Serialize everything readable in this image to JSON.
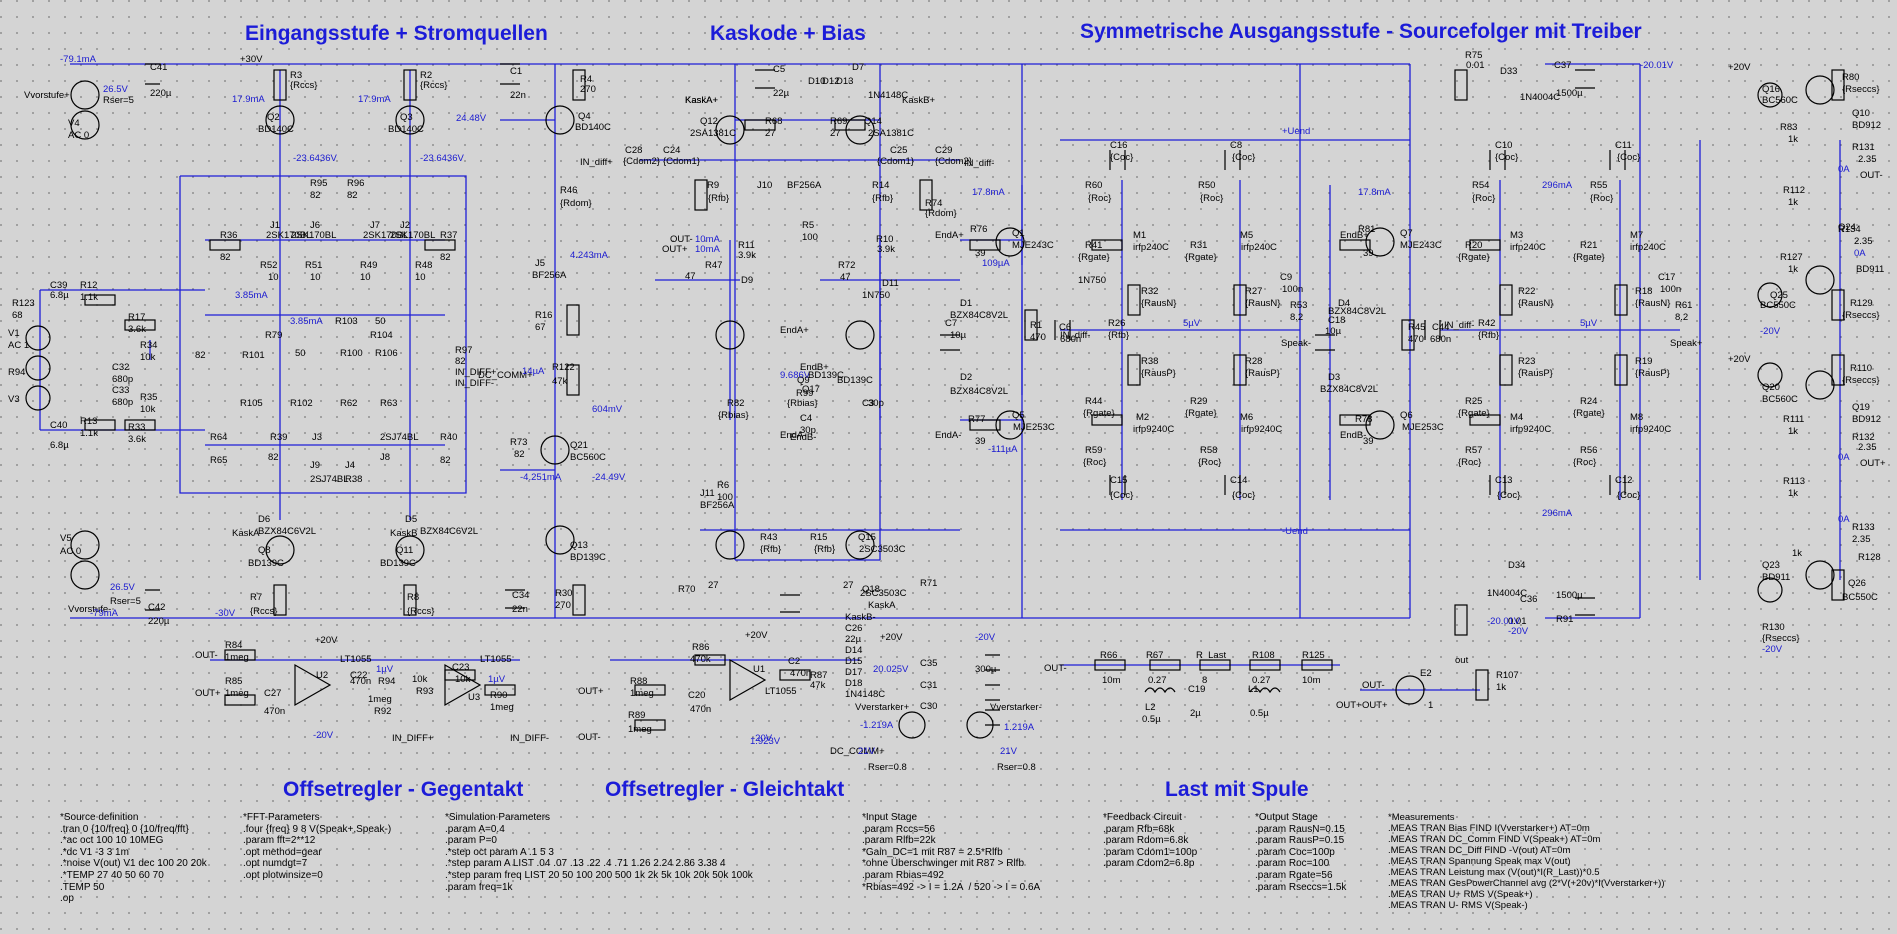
{
  "section_titles": {
    "input_stage": "Eingangsstufe + Stromquellen",
    "cascode": "Kaskode + Bias",
    "output_stage": "Symmetrische Ausgangsstufe - Sourcefolger mit Treiber",
    "offset_push_pull": "Offsetregler - Gegentakt",
    "offset_common": "Offsetregler - Gleichtakt",
    "load": "Last mit Spule"
  },
  "components": {
    "rails_upper": [
      "-79.1mA",
      "C41",
      "220µ",
      "+30V",
      "C1",
      "22n",
      "R75",
      "0.01",
      "D33",
      "1N4004C",
      "C37",
      "1500µ",
      "-20.01V"
    ],
    "input_left": [
      "26.5V",
      "Rser=5",
      "V4",
      "AC 0",
      "Vvorstufe+",
      "R3",
      "{Rccs}",
      "17.9mA",
      "R2",
      "{Rccs}",
      "17.9mA",
      "Q2",
      "BD140C",
      "Q3",
      "BD140C",
      "24.48V",
      "-23.6436V",
      "-23.6436V",
      "R4",
      "270",
      "Q4",
      "BD140C",
      "IN_diff+",
      "KaskA+"
    ],
    "jfet_array": [
      "R95",
      "82",
      "R96",
      "82",
      "J1",
      "2SK170BL",
      "J6",
      "2SK170BL",
      "J7",
      "2SK170BL",
      "J2",
      "2SK170BL",
      "R36",
      "82",
      "R37",
      "82",
      "R52",
      "10",
      "R51",
      "10",
      "R49",
      "10",
      "R48",
      "10",
      "3.85mA",
      "3.85mA",
      "R79",
      "R103",
      "50",
      "R104",
      "R101",
      "50",
      "R100",
      "R106",
      "R105",
      "R102",
      "R62",
      "R63",
      "R64",
      "R65",
      "R40",
      "82",
      "R39",
      "82",
      "J3",
      "2SJ74BL",
      "J8",
      "J9",
      "2SJ74BL",
      "J4",
      "R38",
      "82",
      "R97",
      "82",
      "IN_DIFF+",
      "IN_DIFF-"
    ],
    "input_network": [
      "R123",
      "68",
      "C39",
      "6.8µ",
      "R12",
      "1.1k",
      "R17",
      "3.6k",
      "R34",
      "10k",
      "C32",
      "680p",
      "V1",
      "AC 1",
      "R94",
      "V3",
      "C33",
      "680p",
      "R35",
      "10k",
      "C40",
      "6.8µ",
      "R13",
      "1.1k",
      "R33",
      "3.6k"
    ],
    "lower_current": [
      "D6",
      "BZX84C6V2L",
      "D5",
      "BZX84C6V2L",
      "KaskA",
      "KaskB",
      "Q8",
      "BD139C",
      "Q11",
      "BD139C",
      "R7",
      "{Rccs}",
      "R8",
      "{Rccs}",
      "V5",
      "AC 0",
      "26.5V",
      "Rser=5",
      "Vvorstufe-",
      "C42",
      "220µ",
      "-79mA",
      "-30V",
      "C34",
      "22n",
      "R30",
      "270",
      "Q13",
      "BD139C",
      "Q21",
      "BC560C",
      "R73",
      "82",
      "-4.251mA",
      "-24.49V"
    ],
    "jfet_source": [
      "J5",
      "BF256A",
      "4.243mA",
      "R16",
      "67",
      "DC_COMM+",
      "14µA",
      "R122",
      "47k",
      "604mV"
    ],
    "cascode_part": [
      "C5",
      "22µ",
      "D7",
      "D10",
      "D12",
      "D13",
      "1N4148C",
      "KaskA+",
      "KaskB+",
      "Q12",
      "2SA1381C",
      "R68",
      "27",
      "R69",
      "27",
      "Q14",
      "2SA1381C",
      "C28",
      "{Cdom2}",
      "C24",
      "{Cdom1}",
      "C25",
      "{Cdom1}",
      "C29",
      "{Cdom2}",
      "IN_diff-",
      "J10",
      "BF256A",
      "R5",
      "100",
      "R46",
      "{Rdom}",
      "R9",
      "{Rfb}",
      "R14",
      "{Rfb}",
      "R74",
      "{Rdom}",
      "OUT-",
      "OUT+",
      "10mA",
      "10mA",
      "R10",
      "3.9k",
      "R11",
      "3.9k",
      "R47",
      "47",
      "R72",
      "47",
      "D9",
      "1N750",
      "D11",
      "1N750",
      "EndA+",
      "EndB+",
      "9.686V",
      "Q9",
      "BD139C",
      "Q17",
      "BD139C",
      "R82",
      "{Rbias}",
      "R99",
      "{Rbias}",
      "C3",
      "30p",
      "C4",
      "30p",
      "EndA-",
      "EndB-",
      "J11",
      "BF256A",
      "R6",
      "100",
      "R43",
      "{Rfb}",
      "R15",
      "{Rfb}",
      "Q15",
      "2SC3503C",
      "R71",
      "27",
      "R70",
      "27",
      "Q18",
      "2SC3503C",
      "KaskA",
      "KaskB-",
      "C26",
      "22µ",
      "D14",
      "D15",
      "D17",
      "D18",
      "1N4148C"
    ],
    "bias_driver": [
      "17.8mA",
      "EndA+",
      "R76",
      "39",
      "Q1",
      "MJE243C",
      "109µA",
      "D1",
      "BZX84C8V2L",
      "C7",
      "10µ",
      "D2",
      "BZX84C8V2L",
      "R1",
      "470",
      "C6",
      "680n",
      "EndA-",
      "R77",
      "39",
      "Q5",
      "MJE253C",
      "-111µA"
    ],
    "output_left": [
      "+Uend",
      "C16",
      "{Coc}",
      "C8",
      "{Coc}",
      "R60",
      "{Roc}",
      "R50",
      "{Roc}",
      "R41",
      "{Rgate}",
      "M1",
      "irfp240C",
      "R31",
      "{Rgate}",
      "M5",
      "irfp240C",
      "R32",
      "{RausN}",
      "R27",
      "{RausN}",
      "C9",
      "100n",
      "R53",
      "8.2",
      "IN_diff-",
      "R26",
      "{Rfb}",
      "5µV",
      "Speak-",
      "R38",
      "{RausP}",
      "R28",
      "{RausP}",
      "R44",
      "{Rgate}",
      "M2",
      "irfp9240C",
      "R29",
      "{Rgate}",
      "M6",
      "irfp9240C",
      "R59",
      "{Roc}",
      "R58",
      "{Roc}",
      "C15",
      "{Coc}",
      "C14",
      "{Coc}",
      "-Uend"
    ],
    "output_right": [
      "17.8mA",
      "EndB+",
      "R81",
      "39",
      "Q7",
      "MJE243C",
      "D4",
      "BZX84C8V2L",
      "C18",
      "10µ",
      "D3",
      "BZX84C8V2L",
      "R45",
      "470",
      "C44",
      "680n",
      "EndB-",
      "R78",
      "39",
      "Q6",
      "MJE253C",
      "C10",
      "{Coc}",
      "C11",
      "{Coc}",
      "296mA",
      "R54",
      "{Roc}",
      "R55",
      "{Roc}",
      "R20",
      "{Rgate}",
      "M3",
      "irfp240C",
      "R21",
      "{Rgate}",
      "M7",
      "irfp240C",
      "R22",
      "{RausN}",
      "R18",
      "{RausN}",
      "C17",
      "100n",
      "R61",
      "8.2",
      "IN_diff-",
      "R42",
      "{Rfb}",
      "5µV",
      "Speak+",
      "R23",
      "{RausP}",
      "R19",
      "{RausP}",
      "R25",
      "{Rgate}",
      "M4",
      "irfp9240C",
      "R24",
      "{Rgate}",
      "M8",
      "irfp9240C",
      "R57",
      "{Roc}",
      "R56",
      "{Roc}",
      "C13",
      "{Coc}",
      "C12",
      "{Coc}",
      "296mA"
    ],
    "far_right": [
      "+20V",
      "Q16",
      "BC560C",
      "R80",
      "{Rseccs}",
      "R83",
      "1k",
      "Q10",
      "BD912",
      "R131",
      "2.35",
      "0A",
      "OUT-",
      "R112",
      "1k",
      "R127",
      "1k",
      "R134",
      "2.35",
      "0A",
      "Q24",
      "BD911",
      "Q25",
      "BC550C",
      "R129",
      "{Rseccs}",
      "-20V",
      "+20V",
      "Q20",
      "BC560C",
      "R110",
      "{Rseccs}",
      "R111",
      "1k",
      "Q19",
      "BD912",
      "R132",
      "2.35",
      "0A",
      "OUT+",
      "R113",
      "1k",
      "R133",
      "2.35",
      "0A",
      "R128",
      "1k",
      "Q23",
      "BD911",
      "Q26",
      "BC550C",
      "R130",
      "{Rseccs}",
      "-20V"
    ],
    "rails_lower": [
      "D34",
      "1N4004C",
      "C36",
      "1500µ",
      "R91",
      "0.01",
      "-20V",
      "-20.01V"
    ],
    "offset_gegentakt": [
      "OUT-",
      "R84",
      "1meg",
      "OUT+",
      "R85",
      "1meg",
      "C27",
      "470n",
      "U2",
      "LT1055",
      "C22",
      "470n",
      "1µV",
      "R94",
      "1meg",
      "R92",
      "10k",
      "R93",
      "10k",
      "C23",
      "U3",
      "LT1055",
      "1µV",
      "R90",
      "1meg",
      "IN_DIFF+",
      "IN_DIFF-",
      "+20V",
      "-20V"
    ],
    "offset_gleichtakt": [
      "R86",
      "470k",
      "OUT+",
      "R88",
      "1meg",
      "C20",
      "470n",
      "OUT-",
      "R89",
      "1meg",
      "U1",
      "LT1055",
      "C2",
      "470n",
      "R87",
      "47k",
      "1.923V",
      "DC_COMM+",
      "+20V",
      "-20V"
    ],
    "supply_out": [
      "20.025V",
      "C35",
      "C31",
      "C30",
      "300µ",
      "Vverstarker+",
      "-1.219A",
      "21V",
      "Rser=0.8",
      "Vverstarker-",
      "1.219A",
      "21V",
      "Rser=0.8",
      "+20V",
      "-20V"
    ],
    "load": [
      "OUT-",
      "R66",
      "10m",
      "R67",
      "0.27",
      "R_Last",
      "8",
      "R108",
      "0.27",
      "R125",
      "10m",
      "OUT+",
      "L2",
      "0.5µ",
      "C19",
      "2µ",
      "L1",
      "0.5µ",
      "E2",
      "1",
      "out",
      "R107",
      "1k",
      "OUT-",
      "OUT+"
    ]
  },
  "directives": {
    "source": [
      "*Source definition",
      ".tran 0 {10/freq} 0 {10/freq/fft}",
      ".*ac oct 100 10 10MEG",
      ".*dc V1 -3 3 1m",
      ".*noise V(out) V1 dec 100 20 20k",
      ".*TEMP 27 40 50 60 70",
      ".TEMP 50",
      ".op"
    ],
    "fft": [
      "*FFT-Parameters",
      ".four {freq} 9 8 V(Speak+,Speak-)",
      ".param fft=2**12",
      ".opt method=gear",
      ".opt numdgt=7",
      ".opt plotwinsize=0"
    ],
    "simulation": [
      "*Simulation Parameters",
      ".param A=0.4",
      ".param P=0",
      ".*step oct param A .1 5 3",
      ".*step param A LIST .04 .07 .13 .22 .4 .71 1.26 2.24 2.86 3.38 4",
      ".*step param freq LIST 20 50 100 200 500 1k 2k 5k 10k 20k 50k 100k",
      ".param freq=1k"
    ],
    "input_stage": [
      "*Input Stage",
      ".param Rccs=56",
      ".param Rlfb=22k",
      "*Gain_DC=1 mit R87 = 2.5*Rlfb",
      "*ohne Überschwinger mit R87 > Rlfb",
      ".param Rbias=492",
      "*Rbias=492 -> I = 1.2A  / 520 -> I = 0.6A"
    ],
    "feedback": [
      "*Feedback Circuit",
      ".param Rfb=68k",
      ".param Rdom=6.8k",
      ".param Cdom1=100p",
      ".param Cdom2=6.8p"
    ],
    "output": [
      "*Output Stage",
      ".param RausN=0.15",
      ".param RausP=0.15",
      ".param Coc=100p",
      ".param Roc=100",
      ".param Rgate=56",
      ".param Rseccs=1.5k"
    ],
    "measurements": [
      "*Measurements",
      ".MEAS TRAN Bias FIND I(Vverstarker+) AT=0m",
      ".MEAS TRAN DC_Comm FIND V(Speak+) AT=0m",
      ".MEAS TRAN DC_Diff FIND -V(out) AT=0m",
      ".MEAS TRAN Spannung Speak max V(out)",
      ".MEAS TRAN Leistung max (V(out)*I(R_Last))*0.5",
      ".MEAS TRAN GesPowerChannel avg (2*V(+20v)*I(Vverstarker+))",
      ".MEAS TRAN U+ RMS V(Speak+)",
      ".MEAS TRAN U- RMS V(Speak-)"
    ]
  }
}
